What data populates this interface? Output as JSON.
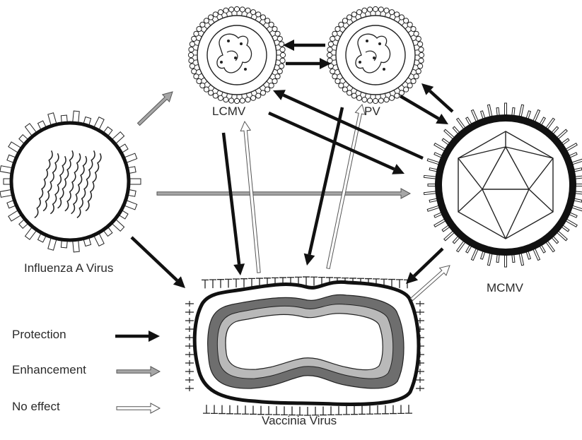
{
  "viruses": {
    "lcmv": "LCMV",
    "pv": "PV",
    "influenza": "Influenza A Virus",
    "mcmv": "MCMV",
    "vaccinia": "Vaccinia Virus"
  },
  "legend": {
    "protection": "Protection",
    "enhancement": "Enhancement",
    "no_effect": "No effect"
  },
  "colors": {
    "protection": "#111111",
    "enhancement": "#a6a6a6",
    "no_effect": "#ffffff",
    "outline": "#222222",
    "vaccinia_band": "#6e6e6e",
    "vaccinia_inner_band": "#b9b9b9"
  },
  "relationships": [
    {
      "from": "LCMV",
      "to": "PV",
      "effect": "protection"
    },
    {
      "from": "PV",
      "to": "LCMV",
      "effect": "protection"
    },
    {
      "from": "Influenza A Virus",
      "to": "LCMV",
      "effect": "enhancement"
    },
    {
      "from": "Influenza A Virus",
      "to": "MCMV",
      "effect": "enhancement"
    },
    {
      "from": "Influenza A Virus",
      "to": "Vaccinia Virus",
      "effect": "protection"
    },
    {
      "from": "LCMV",
      "to": "Vaccinia Virus",
      "effect": "protection"
    },
    {
      "from": "Vaccinia Virus",
      "to": "LCMV",
      "effect": "no effect"
    },
    {
      "from": "PV",
      "to": "Vaccinia Virus",
      "effect": "protection"
    },
    {
      "from": "Vaccinia Virus",
      "to": "PV",
      "effect": "no effect"
    },
    {
      "from": "PV",
      "to": "MCMV",
      "effect": "protection"
    },
    {
      "from": "MCMV",
      "to": "PV",
      "effect": "protection"
    },
    {
      "from": "LCMV",
      "to": "MCMV",
      "effect": "protection"
    },
    {
      "from": "MCMV",
      "to": "LCMV",
      "effect": "protection"
    },
    {
      "from": "MCMV",
      "to": "Vaccinia Virus",
      "effect": "protection"
    },
    {
      "from": "Vaccinia Virus",
      "to": "MCMV",
      "effect": "no effect"
    }
  ]
}
